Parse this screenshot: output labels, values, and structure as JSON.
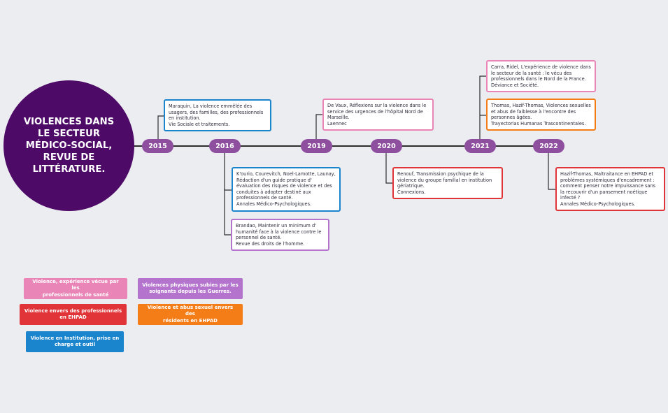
{
  "title": "VIOLENCES DANS\nLE SECTEUR\nMÉDICO-SOCIAL,\nREVUE DE\nLITTÉRATURE.",
  "colors": {
    "background": "#ecedf1",
    "title_circle": "#4e0a67",
    "year_pill": "#8f4f9f",
    "blue": "#1a84cc",
    "pink": "#ea85b8",
    "red": "#e03438",
    "orange": "#f47d18",
    "purple": "#b474cd"
  },
  "years": [
    "2015",
    "2016",
    "2019",
    "2020",
    "2021",
    "2022"
  ],
  "entries": [
    {
      "year": "2015",
      "category": "blue",
      "text": "Maraquin, La violence emmêlée des usagers, des familles, des professionnels en institution.\nVie Sociale et traitements."
    },
    {
      "year": "2016",
      "category": "blue",
      "text": "K'ourio, Courevitch, Noel-Lamotte, Launay, Rédaction d'un guide pratique d' évaluation des risques de violence et des conduites à adopter destiné aux professionnels de santé.\nAnnales Médico-Psychologiques."
    },
    {
      "year": "2016",
      "category": "purple",
      "text": "Brandao, Maintenir un minimum d' humanité face à la violence contre le personnel de santé.\nRevue des droits de l'homme."
    },
    {
      "year": "2019",
      "category": "pink",
      "text": "De Vaux, Réflexions sur la violence dans le service des urgences de l'hôpital Nord de Marseille.\nLaennec"
    },
    {
      "year": "2020",
      "category": "red",
      "text": "Renouf, Transmission psychique de la violence du groupe familial en institution gériatrique.\nConnexions."
    },
    {
      "year": "2021",
      "category": "pink",
      "text": "Carra, Ridel, L'expérience de violence dans le secteur de la santé : le vécu des professionnels dans le Nord de la France.\nDéviance et Société."
    },
    {
      "year": "2021",
      "category": "orange",
      "text": "Thomas, Hazif-Thomas, Violences sexuelles et abus de faiblesse à l'encontre des personnes âgées.\nTrayectorias Humanas Trascontinentales."
    },
    {
      "year": "2022",
      "category": "red",
      "text": "Hazif-Thomas, Maltraitance en EHPAD et problèmes systémiques d'encadrement : comment penser notre impuissance sans la recouvrir d'un pansement noétique infecté ?\nAnnales Médico-Psychologiques."
    }
  ],
  "legend": [
    {
      "label": "Violence, expérience vécue par les\nprofessionnels de santé",
      "color": "#ea85b8"
    },
    {
      "label": "Violences physiques subies par les\nsoignants depuis les Guerres.",
      "color": "#b474cd"
    },
    {
      "label": "Violence envers des professionnels\nen EHPAD",
      "color": "#e03438"
    },
    {
      "label": "Violence et abus sexuel envers des\nrésidents en EHPAD",
      "color": "#f47d18"
    },
    {
      "label": "Violence en Institution, prise en\ncharge et outil",
      "color": "#1a84cc"
    }
  ]
}
